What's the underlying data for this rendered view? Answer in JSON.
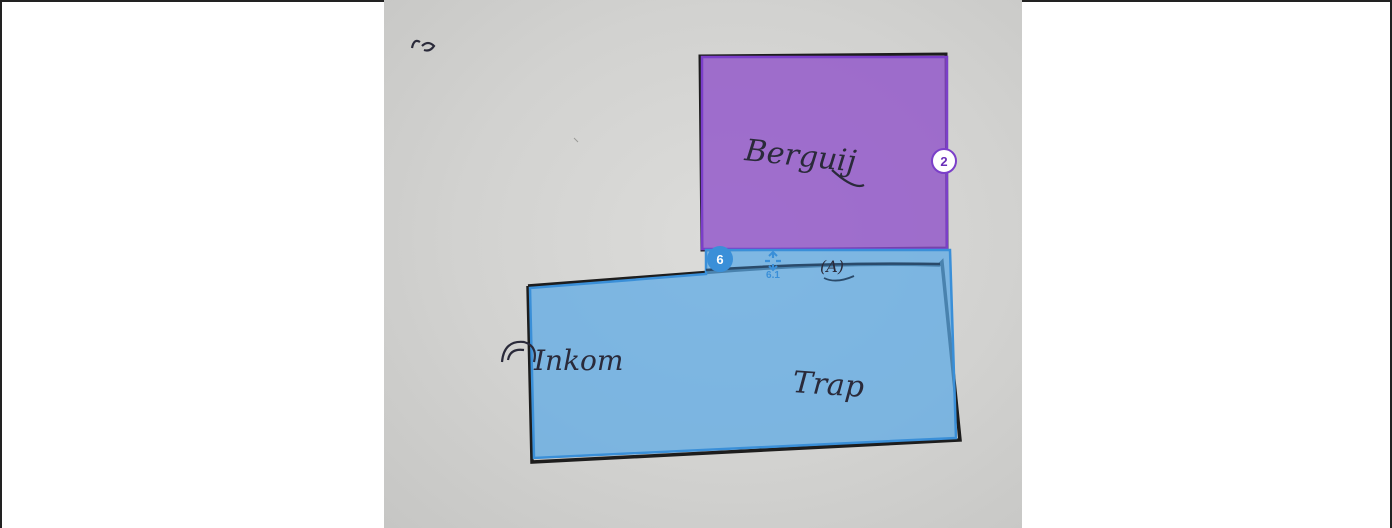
{
  "annotation_regions": [
    {
      "id": "2",
      "color": "#8e4fc9",
      "handwritten_text": "Berguij"
    },
    {
      "id": "6",
      "color": "#5aa9e6",
      "handwritten_text": [
        "Inkom",
        "Trap"
      ]
    }
  ],
  "sub_anchor": {
    "label": "6.1"
  },
  "sketch_marks": {
    "corner_mark": "↩",
    "wall_mark": "(A)"
  },
  "colors": {
    "purple_fill": "#8e4fc9",
    "purple_stroke": "#7b3fc9",
    "blue_fill": "#5aa9e6",
    "blue_stroke": "#3a8fd8",
    "paper": "#d4d4d2",
    "ink": "#2a2a3a"
  }
}
